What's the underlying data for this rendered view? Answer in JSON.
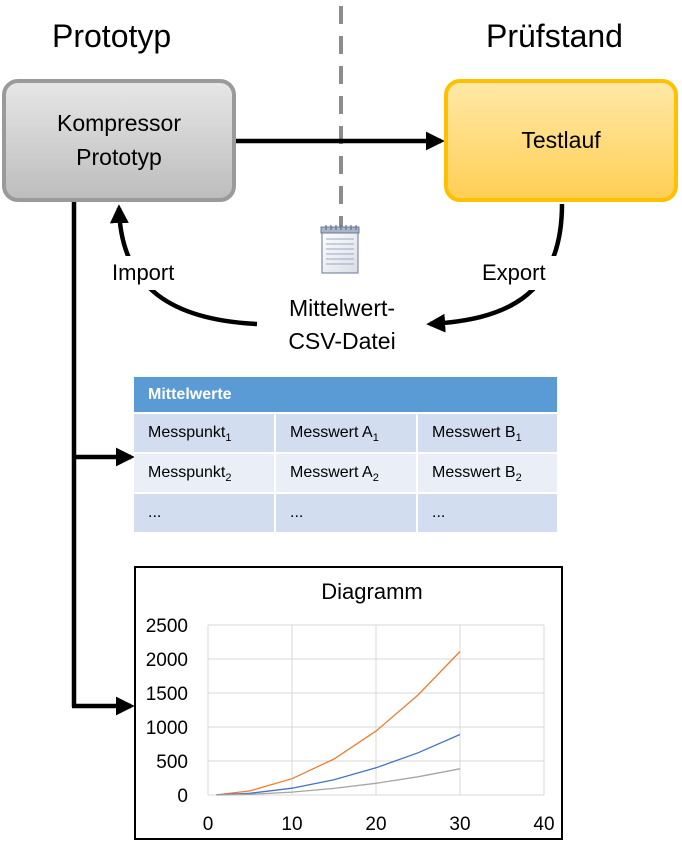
{
  "headings": {
    "left": "Prototyp",
    "right": "Prüfstand"
  },
  "boxes": {
    "prototype": {
      "line1": "Kompressor",
      "line2": "Prototyp"
    },
    "test": {
      "label": "Testlauf"
    }
  },
  "arcs": {
    "import": "Import",
    "export": "Export"
  },
  "file": {
    "icon": "notepad-icon",
    "line1": "Mittelwert-",
    "line2": "CSV-Datei"
  },
  "table": {
    "title": "Mittelwerte",
    "rows": [
      [
        {
          "main": "Messpunkt",
          "sub": "1"
        },
        {
          "main": "Messwert A",
          "sub": "1"
        },
        {
          "main": "Messwert B",
          "sub": "1"
        }
      ],
      [
        {
          "main": "Messpunkt",
          "sub": "2"
        },
        {
          "main": "Messwert A",
          "sub": "2"
        },
        {
          "main": "Messwert B",
          "sub": "2"
        }
      ],
      [
        {
          "main": "...",
          "sub": ""
        },
        {
          "main": "...",
          "sub": ""
        },
        {
          "main": "...",
          "sub": ""
        }
      ]
    ]
  },
  "colors": {
    "prototype_border": "#9a9a9a",
    "test_border": "#ffc000",
    "table_header": "#5b9bd5",
    "series_orange": "#ed7d31",
    "series_blue": "#4472c4",
    "series_gray": "#a5a5a5"
  },
  "chart_data": {
    "type": "line",
    "title": "Diagramm",
    "xlabel": "",
    "ylabel": "",
    "xlim": [
      0,
      40
    ],
    "ylim": [
      0,
      2500
    ],
    "xticks": [
      "0",
      "10",
      "20",
      "30",
      "40"
    ],
    "yticks": [
      "0",
      "500",
      "1000",
      "1500",
      "2000",
      "2500"
    ],
    "grid": true,
    "legend": "none",
    "series": [
      {
        "color": "#ed7d31",
        "x": [
          1,
          5,
          10,
          15,
          20,
          25,
          30
        ],
        "y": [
          2,
          60,
          240,
          530,
          940,
          1470,
          2110
        ]
      },
      {
        "color": "#4472c4",
        "x": [
          1,
          5,
          10,
          15,
          20,
          25,
          30
        ],
        "y": [
          1,
          25,
          100,
          225,
          400,
          620,
          890
        ]
      },
      {
        "color": "#a5a5a5",
        "x": [
          1,
          5,
          10,
          15,
          20,
          25,
          30
        ],
        "y": [
          0,
          11,
          43,
          97,
          172,
          268,
          385
        ]
      }
    ]
  }
}
